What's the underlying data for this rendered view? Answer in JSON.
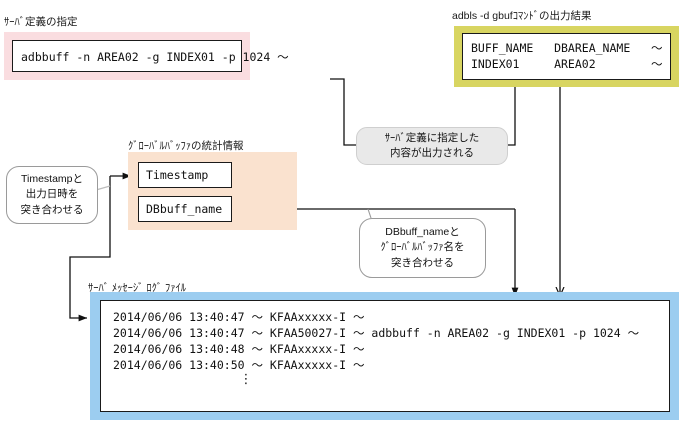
{
  "diagram": {
    "title_server_def": "ｻｰﾊﾞ定義の指定",
    "title_adbls": "adbls -d gbufｺﾏﾝﾄﾞの出力結果",
    "title_gbuf_stats": "ｸﾞﾛｰﾊﾞﾙﾊﾞｯﾌｧの統計情報",
    "title_msglog": "ｻｰﾊﾞ ﾒｯｾｰｼﾞ ﾛｸﾞ ﾌｧｲﾙ"
  },
  "server_definition": {
    "command": "adbbuff -n AREA02 -g INDEX01 -p 1024 ～"
  },
  "adbls_output": {
    "header_row": "BUFF_NAME   DBAREA_NAME   ～",
    "data_row": "INDEX01     AREA02        ～"
  },
  "gbuf_stats": {
    "field_timestamp": "Timestamp",
    "field_dbbuff_name": "DBbuff_name"
  },
  "message_log": {
    "lines": [
      "2014/06/06 13:40:47 ～ KFAAxxxxx-I ～",
      "2014/06/06 13:40:47 ～ KFAA50027-I ～ adbbuff -n AREA02 -g INDEX01 -p 1024 ～",
      "2014/06/06 13:40:48 ～ KFAAxxxxx-I ～",
      "2014/06/06 13:40:50 ～ KFAAxxxxx-I ～"
    ],
    "continuation": "⋮"
  },
  "callouts": {
    "server_def_output": [
      "ｻｰﾊﾞ定義に指定した",
      "内容が出力される"
    ],
    "timestamp_match": [
      "Timestampと",
      "出力日時を",
      "突き合わせる"
    ],
    "dbbuff_match": [
      "DBbuff_nameと",
      "ｸﾞﾛｰﾊﾞﾙﾊﾞｯﾌｧ名を",
      "突き合わせる"
    ]
  },
  "colors": {
    "pink": "#fadde0",
    "yellow": "#d8d561",
    "peach": "#fae2cf",
    "blue": "#9ccdf0",
    "line": "#111111",
    "callout_gray": "#e9e9e9"
  }
}
